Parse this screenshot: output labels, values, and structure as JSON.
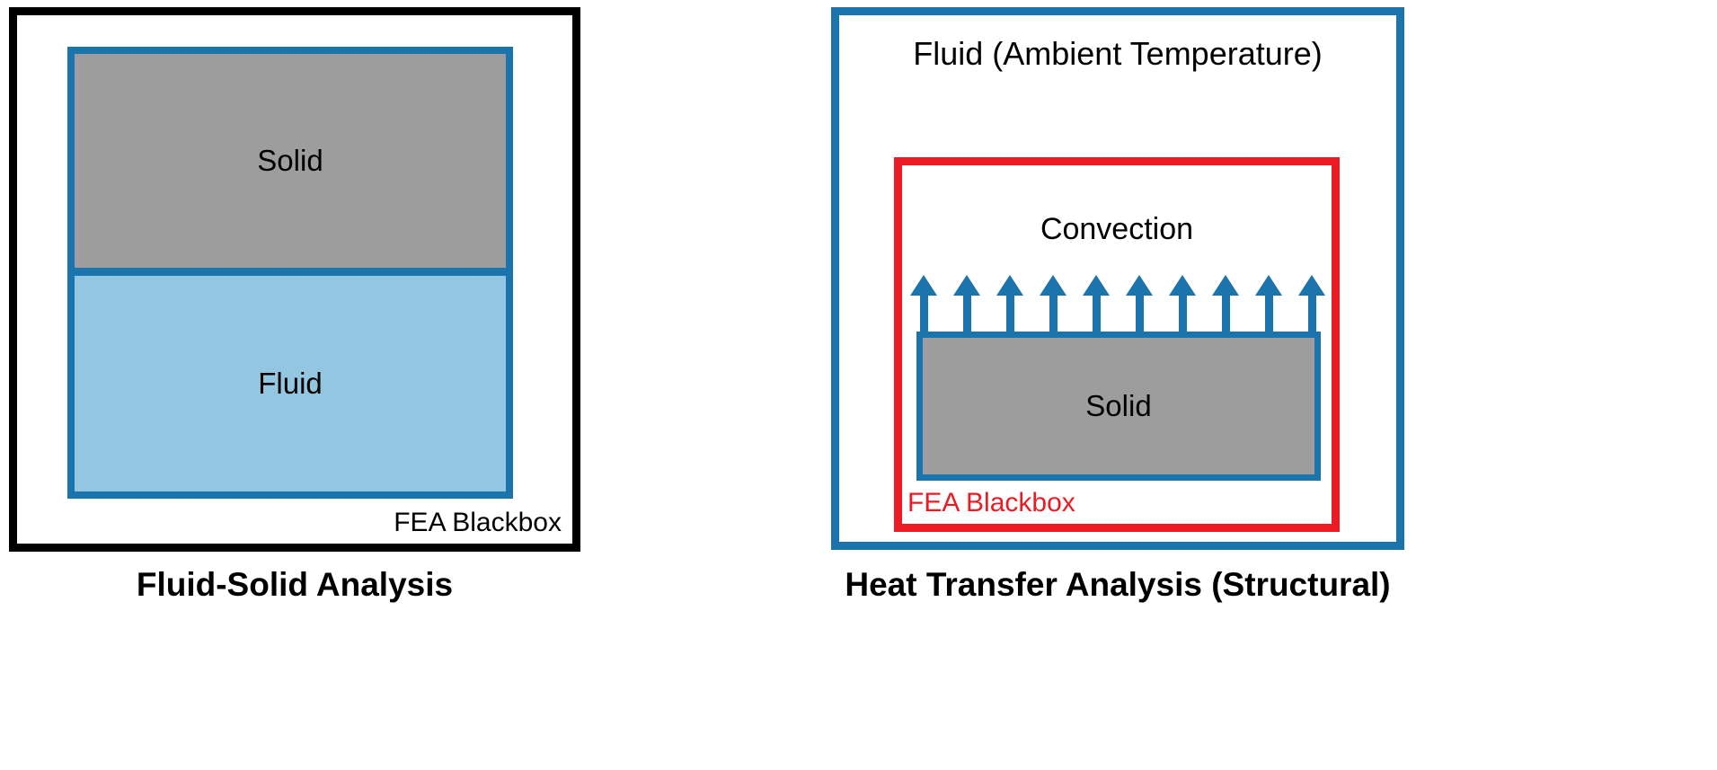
{
  "figures": {
    "left": {
      "solid_label": "Solid",
      "fluid_label": "Fluid",
      "blackbox_label": "FEA Blackbox",
      "caption": "Fluid-Solid Analysis"
    },
    "right": {
      "ambient_label": "Fluid (Ambient Temperature)",
      "convection_label": "Convection",
      "solid_label": "Solid",
      "blackbox_label": "FEA Blackbox",
      "caption": "Heat Transfer Analysis (Structural)",
      "arrow_count": 10
    }
  },
  "colors": {
    "blue": "#1B75AC",
    "light_blue": "#93C6E1",
    "gray": "#9D9D9D",
    "red": "#EC1B23",
    "outline_black": "#000000"
  }
}
